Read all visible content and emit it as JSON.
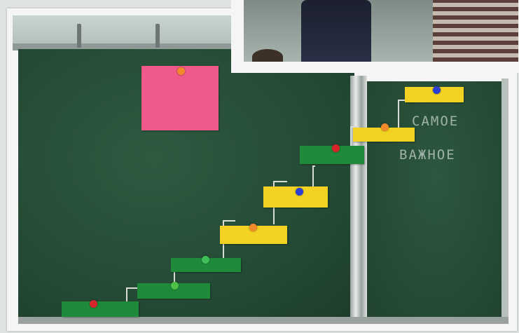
{
  "scene": {
    "description_icons": [
      "chalkboard",
      "paper-sheet",
      "magnet",
      "staircase-cards",
      "inset-photo"
    ],
    "pink_sheet": {
      "text": ""
    },
    "chalk_text": {
      "line1": "САМОЕ",
      "line2": "ВАЖНОЕ"
    },
    "steps": [
      {
        "color": "green"
      },
      {
        "color": "green"
      },
      {
        "color": "green"
      },
      {
        "color": "yellow"
      },
      {
        "color": "yellow"
      },
      {
        "color": "green"
      },
      {
        "color": "yellow"
      },
      {
        "color": "yellow"
      }
    ],
    "colors": {
      "board": "#244a35",
      "green_card": "#1f8a3a",
      "yellow_card": "#f2d323",
      "pink_sheet": "#f05a8a"
    }
  }
}
